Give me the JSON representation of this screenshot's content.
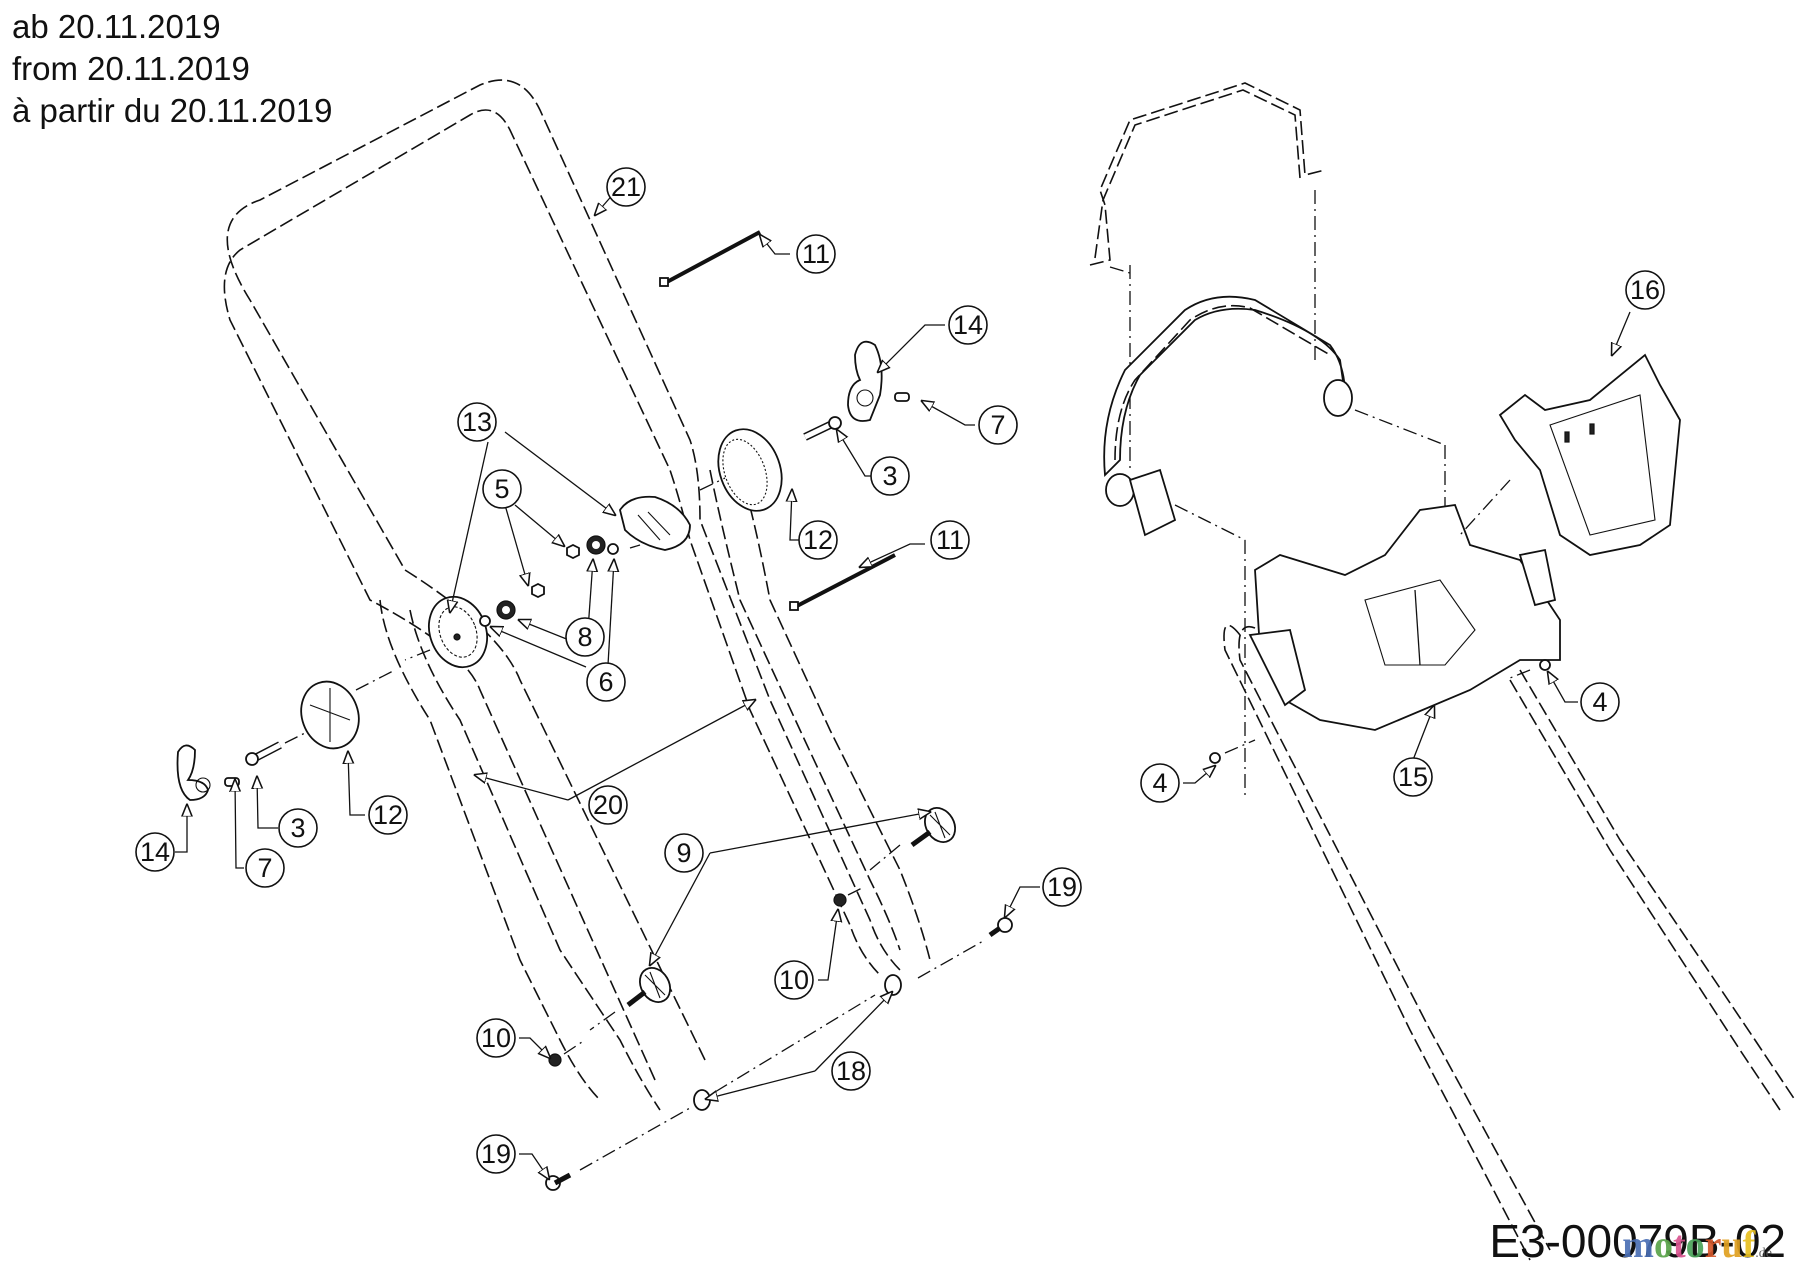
{
  "header": {
    "lines": [
      "ab 20.11.2019",
      "from 20.11.2019",
      "à partir du 20.11.2019"
    ]
  },
  "drawing_code": "E3-00079B-02",
  "watermark": {
    "letters": [
      {
        "char": "m",
        "color": "#4a6fb5"
      },
      {
        "char": "o",
        "color": "#5aa34a"
      },
      {
        "char": "t",
        "color": "#d9548f"
      },
      {
        "char": "o",
        "color": "#4aa35a"
      },
      {
        "char": "r",
        "color": "#d4572a"
      },
      {
        "char": "u",
        "color": "#e0a020"
      },
      {
        "char": "f",
        "color": "#e8c020"
      }
    ],
    "suffix": ".de"
  },
  "callouts": [
    {
      "id": "c21",
      "label": "21"
    },
    {
      "id": "c11a",
      "label": "11"
    },
    {
      "id": "c14a",
      "label": "14"
    },
    {
      "id": "c7a",
      "label": "7"
    },
    {
      "id": "c13",
      "label": "13"
    },
    {
      "id": "c3a",
      "label": "3"
    },
    {
      "id": "c5",
      "label": "5"
    },
    {
      "id": "c12a",
      "label": "12"
    },
    {
      "id": "c11b",
      "label": "11"
    },
    {
      "id": "c8",
      "label": "8"
    },
    {
      "id": "c6",
      "label": "6"
    },
    {
      "id": "c20",
      "label": "20"
    },
    {
      "id": "c14b",
      "label": "14"
    },
    {
      "id": "c3b",
      "label": "3"
    },
    {
      "id": "c12b",
      "label": "12"
    },
    {
      "id": "c7b",
      "label": "7"
    },
    {
      "id": "c9",
      "label": "9"
    },
    {
      "id": "c19a",
      "label": "19"
    },
    {
      "id": "c10a",
      "label": "10"
    },
    {
      "id": "c10b",
      "label": "10"
    },
    {
      "id": "c18",
      "label": "18"
    },
    {
      "id": "c19b",
      "label": "19"
    },
    {
      "id": "c16",
      "label": "16"
    },
    {
      "id": "c4a",
      "label": "4"
    },
    {
      "id": "c4b",
      "label": "4"
    },
    {
      "id": "c15",
      "label": "15"
    }
  ]
}
